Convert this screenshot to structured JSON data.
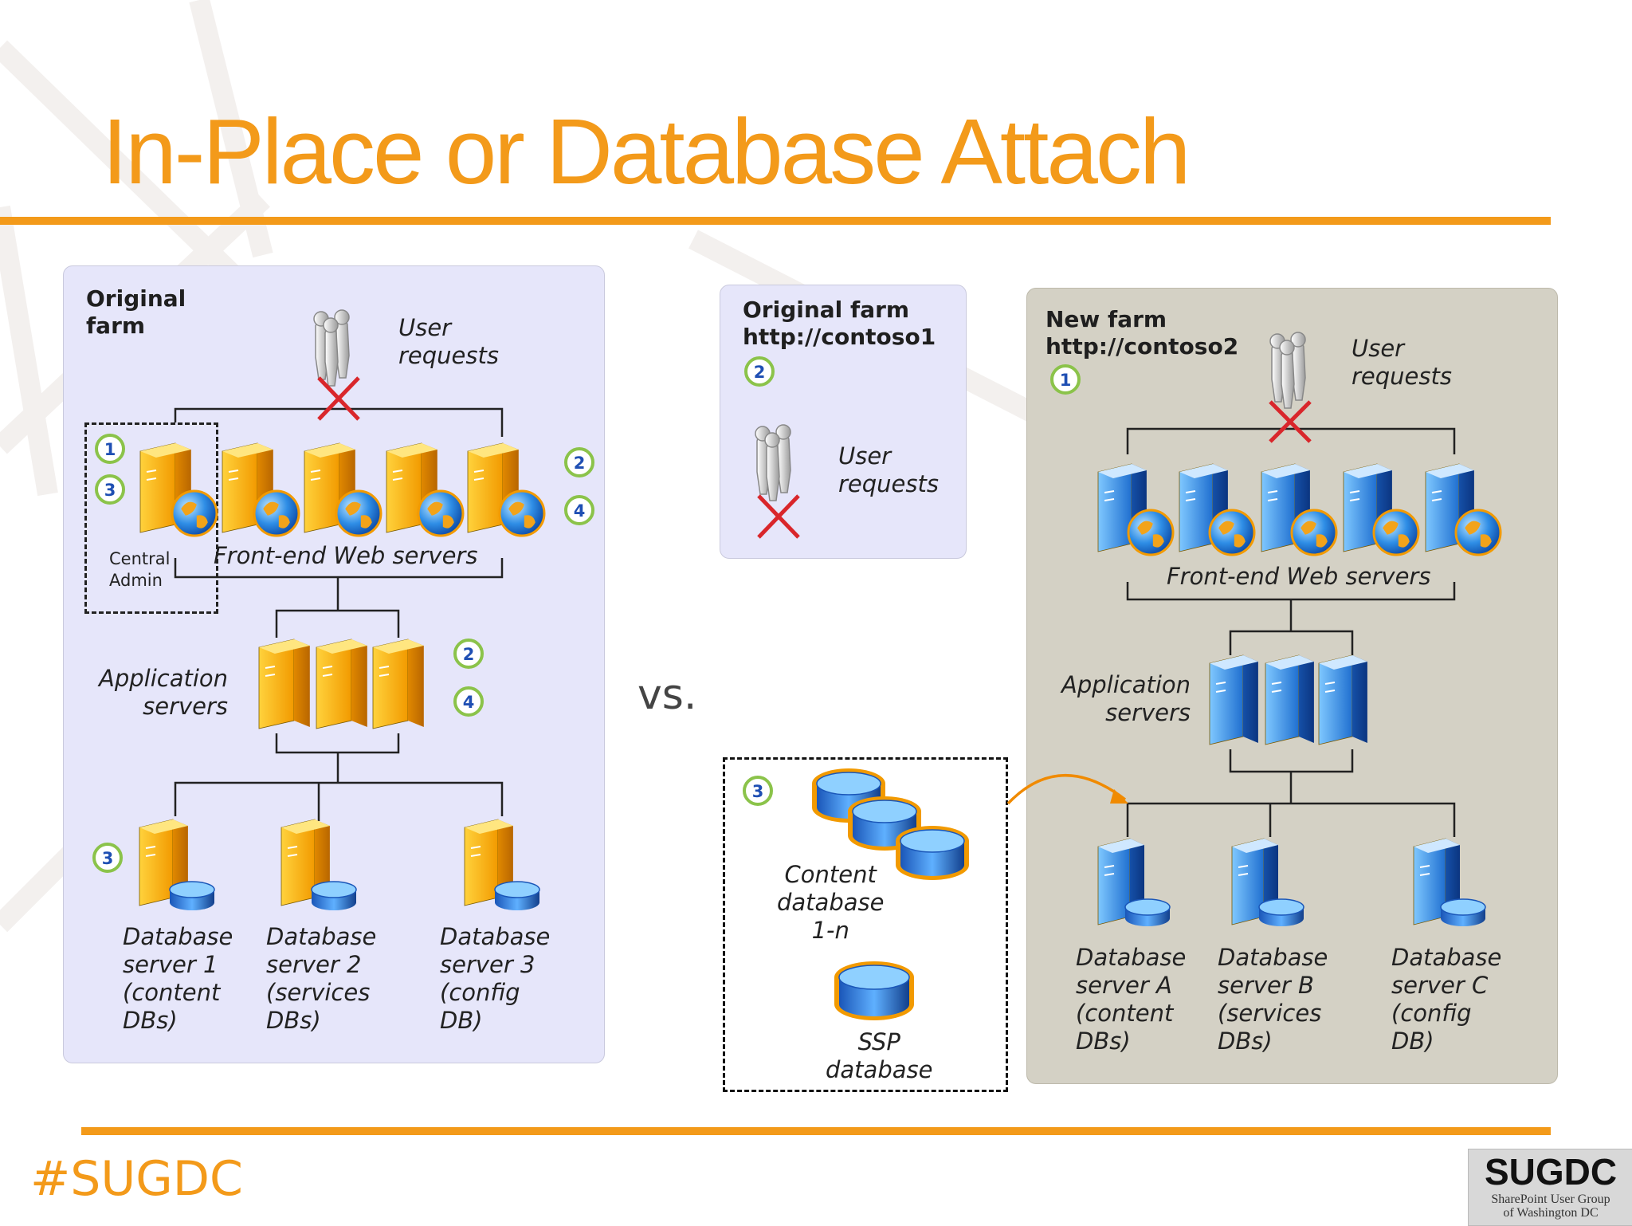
{
  "title": "In-Place or Database Attach",
  "vs_label": "vs.",
  "hashtag": "#SUGDC",
  "logo": {
    "main": "SUGDC",
    "sub_line1": "SharePoint User Group",
    "sub_line2": "of Washington DC"
  },
  "left_farm": {
    "label": "Original\nfarm",
    "user_requests": "User\nrequests",
    "central_admin": "Central\nAdmin",
    "front_end": "Front-end Web servers",
    "app_servers": "Application\nservers",
    "db1": "Database\nserver 1\n(content\nDBs)",
    "db2": "Database\nserver 2\n(services\nDBs)",
    "db3": "Database\nserver 3\n(config\nDB)"
  },
  "mid_farm": {
    "label": "Original farm\nhttp://contoso1",
    "user_requests": "User\nrequests",
    "content_db": "Content\ndatabase\n1-n",
    "ssp_db": "SSP\ndatabase"
  },
  "right_farm": {
    "label": "New farm\nhttp://contoso2",
    "user_requests": "User\nrequests",
    "front_end": "Front-end Web servers",
    "app_servers": "Application\nservers",
    "dba": "Database\nserver A\n(content\nDBs)",
    "dbb": "Database\nserver B\n(services\nDBs)",
    "dbc": "Database\nserver C\n(config\nDB)"
  },
  "steps": [
    "1",
    "2",
    "3",
    "4"
  ],
  "colors": {
    "accent": "#f39a1a",
    "left_panel": "#e6e6fa",
    "right_panel": "#d4d1c5",
    "server_orange": "#f5a800",
    "server_blue": "#2b7fd6",
    "cross_red": "#d9262b",
    "step_green": "#8bc34a",
    "step_blue": "#1f4fb3"
  },
  "icons": [
    "server-icon",
    "globe-icon",
    "database-icon",
    "users-icon",
    "cross-icon"
  ]
}
